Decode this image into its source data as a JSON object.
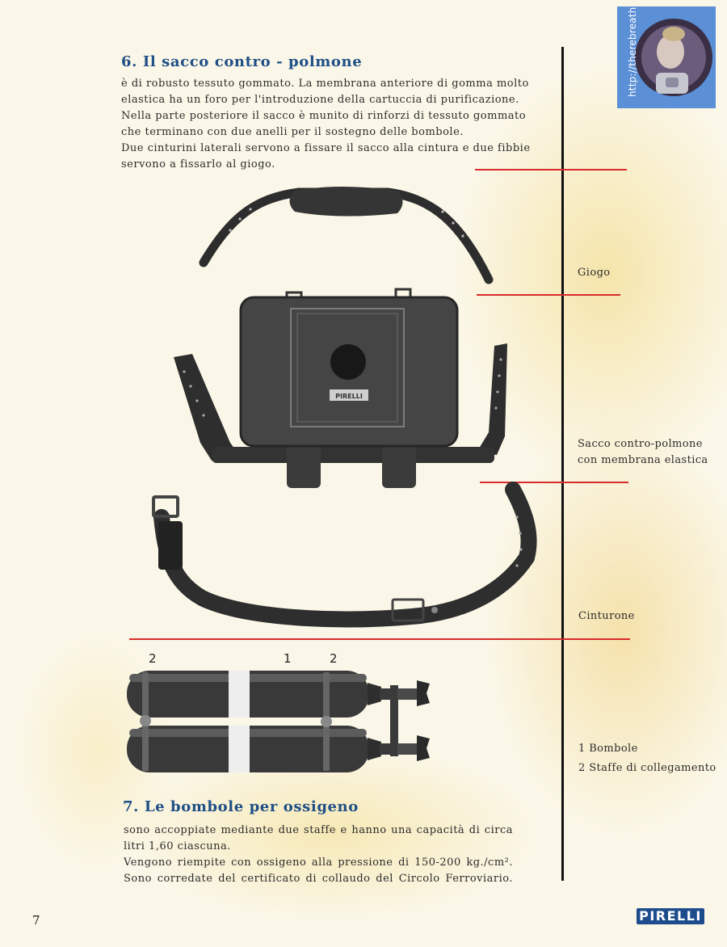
{
  "stamp": {
    "url": "http://therebreathersite.nl"
  },
  "section6": {
    "heading": "6. Il sacco contro - polmone",
    "lines": [
      "è di robusto tessuto gommato. La membrana anteriore di gomma molto",
      "elastica ha un foro per l'introduzione della cartuccia di purificazione.",
      "Nella parte posteriore il sacco è munito di rinforzi di tessuto gommato",
      "che terminano con due anelli per il sostegno delle bombole.",
      "Due cinturini laterali servono a fissare il sacco alla cintura e due fibbie",
      "servono a fissarlo al giogo."
    ]
  },
  "labels": {
    "giogo": "Giogo",
    "sacco": [
      "Sacco contro-polmone",
      "con membrana elastica"
    ],
    "cinturone": "Cinturone",
    "bombole_legend": [
      "1 Bombole",
      "2 Staffe di collegamento"
    ]
  },
  "callouts": {
    "left": "2",
    "middle": "1",
    "right": "2"
  },
  "section7": {
    "heading": "7. Le bombole per ossigeno",
    "lines": [
      "sono accoppiate mediante due staffe e hanno una capacità di circa",
      "litri 1,60 ciascuna.",
      "Vengono riempite con ossigeno alla pressione di 150-200 kg./cm².",
      "Sono corredate del certificato di collaudo del Circolo Ferroviario."
    ]
  },
  "footer": {
    "page_number": "7",
    "brand": "PIRELLI"
  },
  "bag_badge": "PIRELLI",
  "colors": {
    "heading": "#1f4f86",
    "rule": "#d92b2b",
    "paper": "#fbf7e8",
    "stain": "#f1dd93",
    "brand": "#1c4c8c"
  }
}
